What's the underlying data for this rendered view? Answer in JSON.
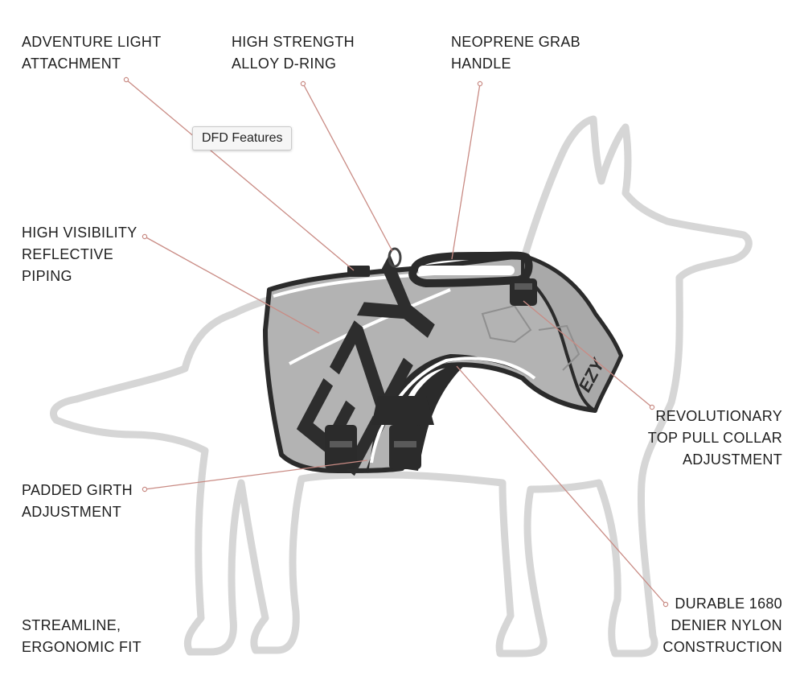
{
  "tooltip": {
    "text": "DFD Features"
  },
  "vest": {
    "logo": "EZY",
    "side_logo": "EZY"
  },
  "callouts": {
    "adventure_light": [
      "ADVENTURE LIGHT",
      "ATTACHMENT"
    ],
    "d_ring": [
      "HIGH STRENGTH",
      "ALLOY D-RING"
    ],
    "grab_handle": [
      "NEOPRENE GRAB",
      "HANDLE"
    ],
    "reflective_piping": [
      "HIGH VISIBILITY",
      "REFLECTIVE",
      "PIPING"
    ],
    "collar_adjustment": [
      "REVOLUTIONARY",
      "TOP PULL COLLAR",
      "ADJUSTMENT"
    ],
    "girth_adjustment": [
      "PADDED GIRTH",
      "ADJUSTMENT"
    ],
    "nylon": [
      "DURABLE 1680",
      "DENIER NYLON",
      "CONSTRUCTION"
    ],
    "fit": [
      "STREAMLINE,",
      "ERGONOMIC FIT"
    ]
  },
  "colors": {
    "dog_outline": "#d6d6d6",
    "vest_body": "#b3b3b3",
    "vest_dark": "#2b2b2b",
    "leader_line": "#c98b84",
    "text": "#1e1e1e"
  }
}
